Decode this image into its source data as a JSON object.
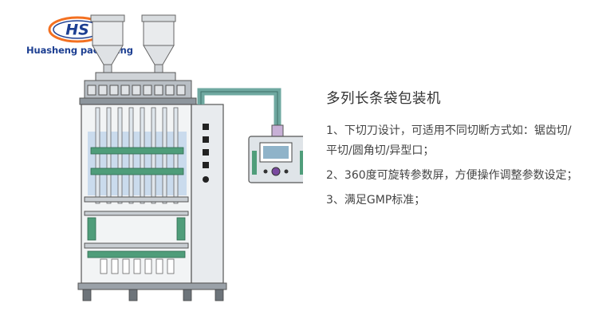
{
  "brand": {
    "logo_letters": "HS",
    "company_name": "Huasheng packaging",
    "primary_color": "#1d3f92",
    "accent_color": "#f37021"
  },
  "product": {
    "title": "多列长条袋包装机",
    "features": [
      "1、下切刀设计，可适用不同切断方式如：锯齿切/",
      "平切/圆角切/异型口；",
      "2、360度可旋转参数屏，方便操作调整参数设定；",
      "3、满足GMP标准；"
    ]
  },
  "colors": {
    "machine_green": "#4f9d7a",
    "machine_steel": "#c9ced3",
    "machine_outline": "#555a60",
    "cabinet_blue": "#a9c6e6",
    "screen_teal": "#6fa8a0"
  }
}
